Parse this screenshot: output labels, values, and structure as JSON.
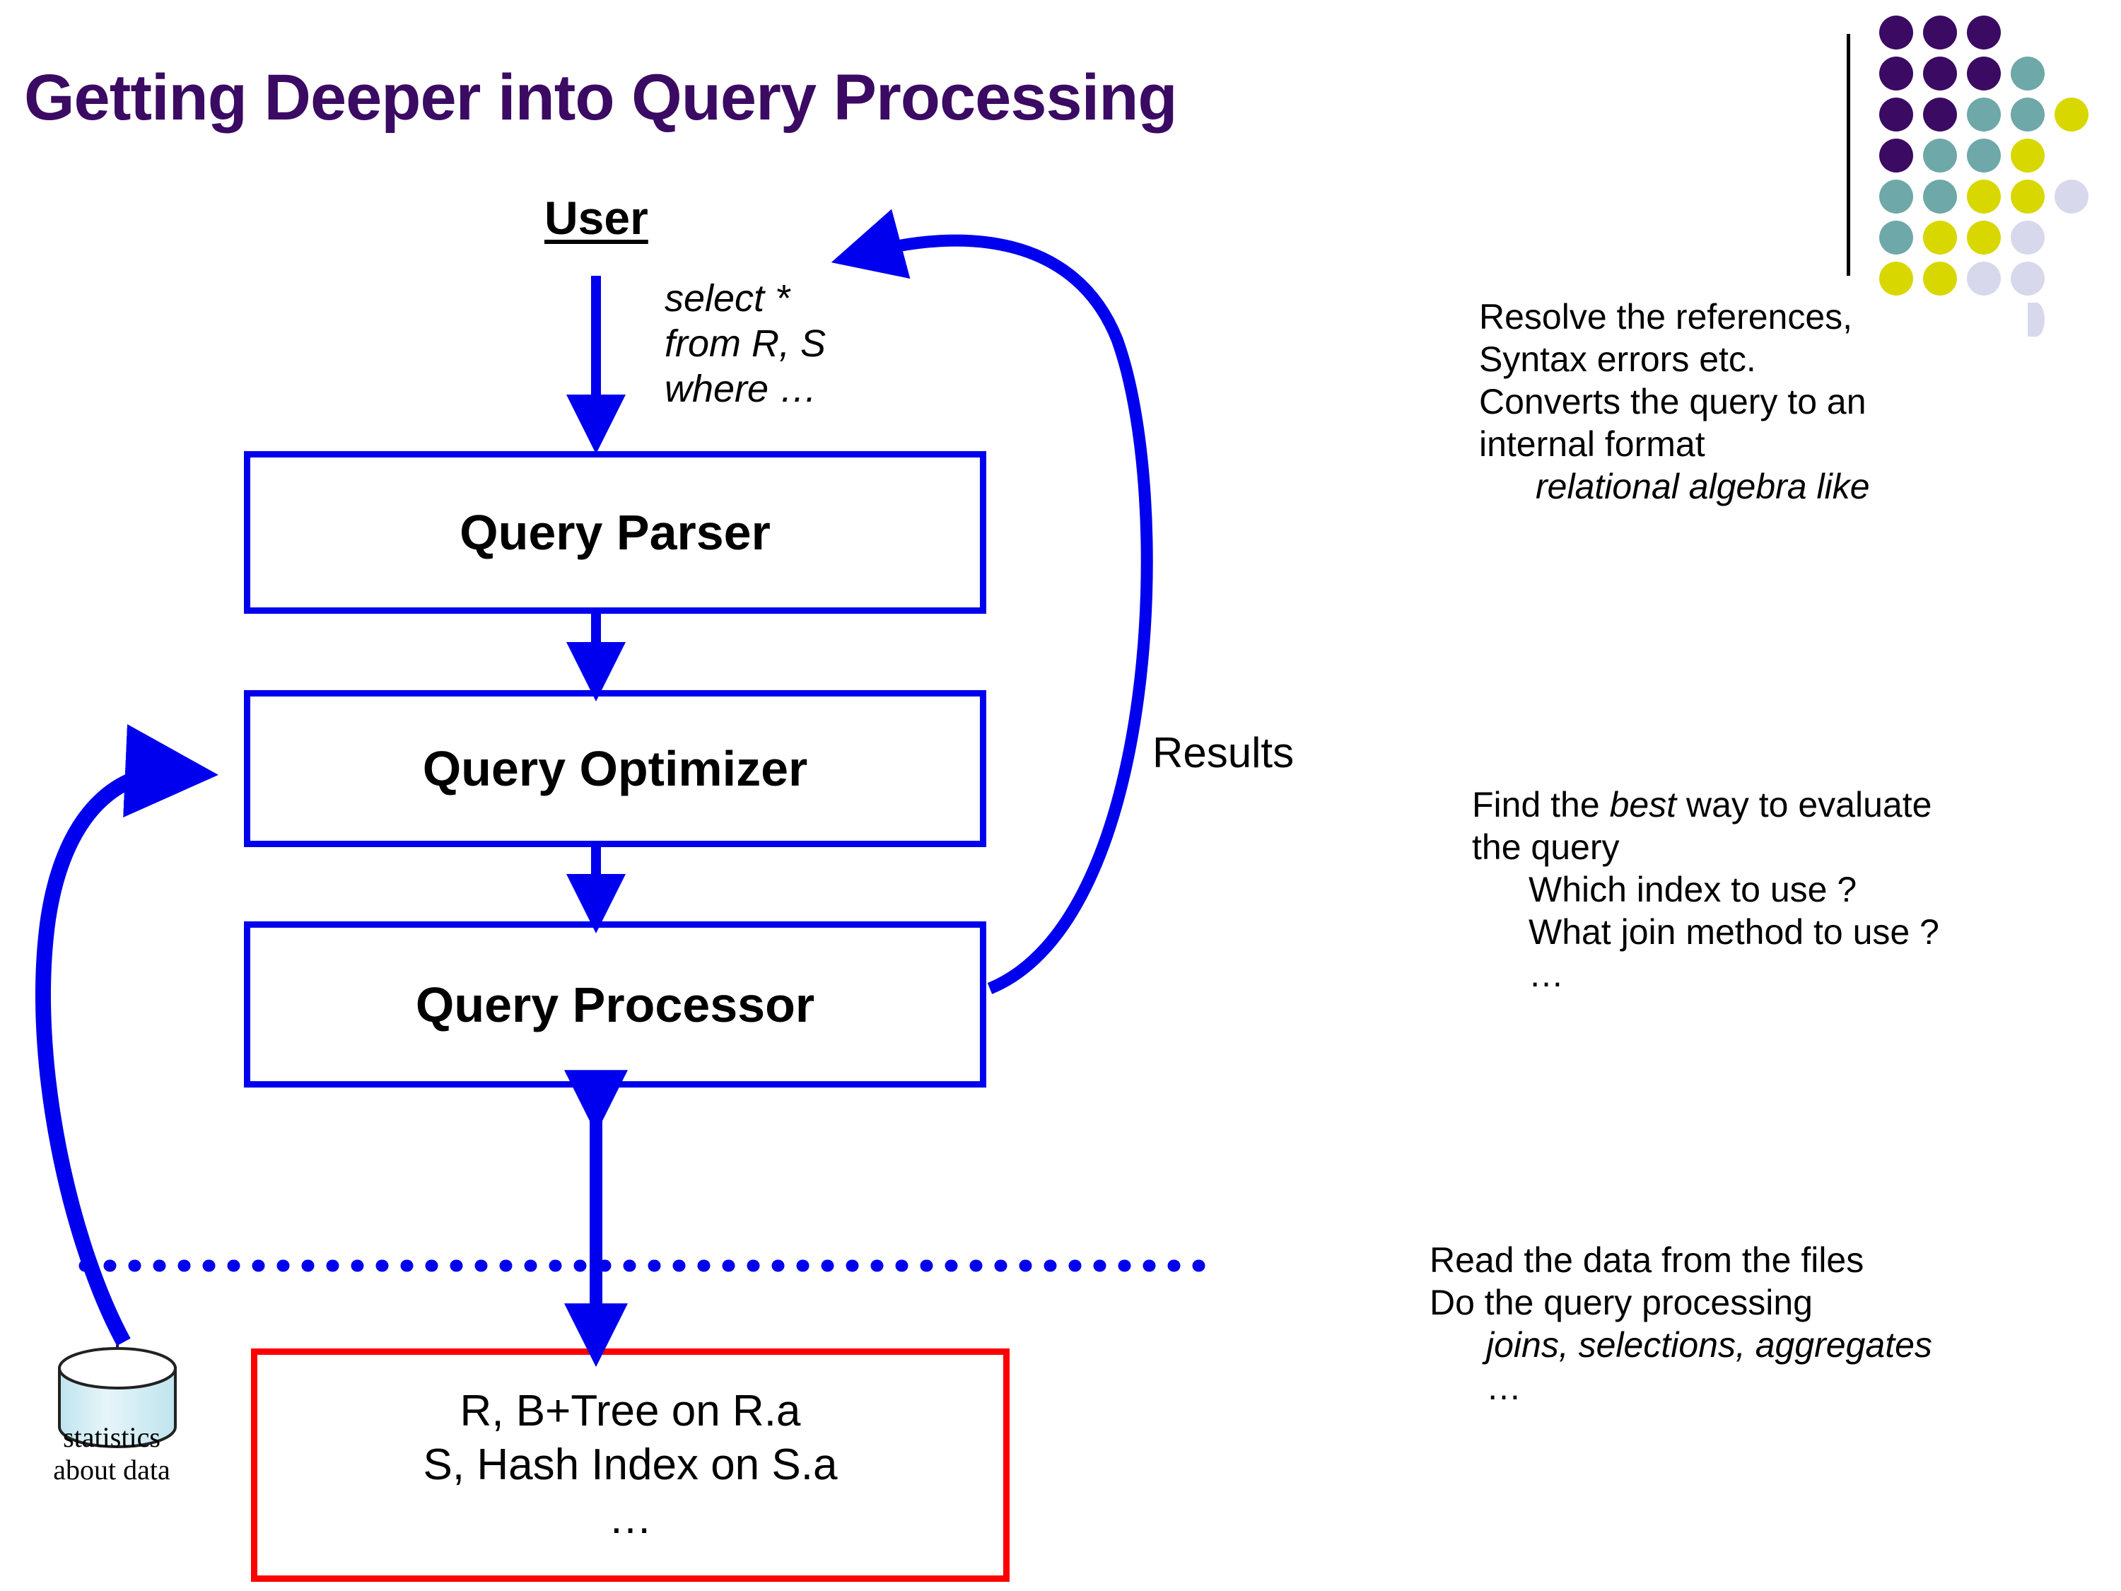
{
  "slide": {
    "title": "Getting Deeper into Query Processing"
  },
  "logo": {
    "name": "dot-matrix-logo",
    "colors": {
      "purple": "#3B0A63",
      "teal": "#6FA8A8",
      "yellow": "#D8D800",
      "lavender": "#D8D8EC"
    },
    "grid": [
      [
        "purple",
        "purple",
        "purple",
        "none",
        "none"
      ],
      [
        "purple",
        "purple",
        "purple",
        "teal",
        "none"
      ],
      [
        "purple",
        "purple",
        "teal",
        "teal",
        "yellow"
      ],
      [
        "purple",
        "teal",
        "teal",
        "yellow",
        "none"
      ],
      [
        "teal",
        "teal",
        "yellow",
        "yellow",
        "lavender"
      ],
      [
        "teal",
        "yellow",
        "yellow",
        "lavender",
        "none"
      ],
      [
        "yellow",
        "yellow",
        "lavender",
        "lavender",
        "none"
      ],
      [
        "none",
        "none",
        "none",
        "lavender",
        "none"
      ]
    ]
  },
  "diagram": {
    "user_label": "User",
    "sql_snippet": [
      "select *",
      "from R, S",
      "where …"
    ],
    "results_label": "Results",
    "boxes": [
      {
        "id": "query-parser",
        "label": "Query Parser"
      },
      {
        "id": "query-optimizer",
        "label": "Query Optimizer"
      },
      {
        "id": "query-processor",
        "label": "Query Processor"
      }
    ],
    "storage_box": {
      "id": "storage-indexes",
      "lines": [
        "R, B+Tree on R.a",
        "S, Hash Index on S.a",
        "…"
      ]
    },
    "statistics": {
      "caption_line1": "statistics",
      "caption_line2": "about data"
    },
    "colors": {
      "arrow_blue": "#0000EE",
      "box_blue": "#0000EE",
      "box_red": "#FF0000"
    }
  },
  "annotations": {
    "parser": {
      "lines": [
        {
          "text": "Resolve the references,",
          "italic": false,
          "indent": false
        },
        {
          "text": "Syntax errors etc.",
          "italic": false,
          "indent": false
        },
        {
          "text": "Converts the query to an",
          "italic": false,
          "indent": false
        },
        {
          "text": "internal format",
          "italic": false,
          "indent": false
        },
        {
          "text": "relational algebra like",
          "italic": true,
          "indent": true
        }
      ]
    },
    "optimizer": {
      "line1_pre": "Find the ",
      "line1_em": "best",
      "line1_post": " way to evaluate",
      "line2": "the query",
      "sub": [
        "Which index to use ?",
        "What join method to use ?",
        "…"
      ]
    },
    "processor": {
      "line1": "Read the data from the files",
      "line2": "Do the query processing",
      "sub_italic": "joins, selections, aggregates",
      "sub_ellipsis": "…"
    }
  }
}
